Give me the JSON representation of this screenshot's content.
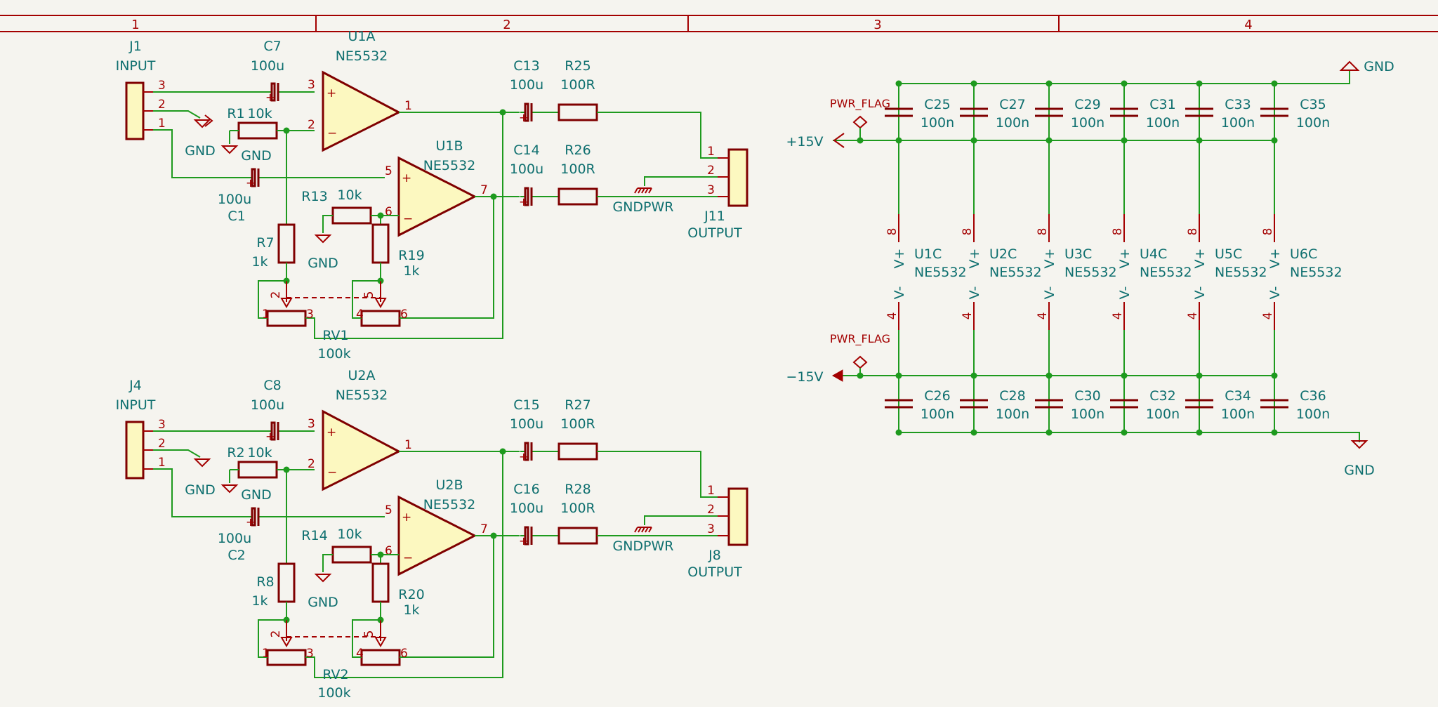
{
  "border": {
    "zones": [
      "1",
      "2",
      "3",
      "4"
    ]
  },
  "channels": [
    {
      "input": {
        "ref": "J1",
        "value": "INPUT",
        "pins": [
          "3",
          "2",
          "1"
        ]
      },
      "c_in_a": {
        "ref": "C7",
        "value": "100u"
      },
      "c_in_b": {
        "ref": "C1",
        "value": "100u"
      },
      "r_gnd_a": {
        "ref": "R1",
        "value": "10k",
        "gnd1": "GND",
        "gnd2": "GND"
      },
      "r_gnd_b": {
        "ref": "R13",
        "value": "10k",
        "gnd": "GND"
      },
      "r_fb_a": {
        "ref": "R7",
        "value": "1k"
      },
      "r_fb_b": {
        "ref": "R19",
        "value": "1k"
      },
      "opamp_a": {
        "ref": "U1A",
        "value": "NE5532",
        "pins": [
          "3",
          "2",
          "1"
        ]
      },
      "opamp_b": {
        "ref": "U1B",
        "value": "NE5532",
        "pins": [
          "5",
          "6",
          "7"
        ]
      },
      "c_out_a": {
        "ref": "C13",
        "value": "100u"
      },
      "c_out_b": {
        "ref": "C14",
        "value": "100u"
      },
      "r_out_a": {
        "ref": "R25",
        "value": "100R"
      },
      "r_out_b": {
        "ref": "R26",
        "value": "100R"
      },
      "pot": {
        "ref": "RV1",
        "value": "100k",
        "pins": [
          "1",
          "2",
          "3",
          "4",
          "5",
          "6"
        ]
      },
      "output": {
        "ref": "J11",
        "value": "OUTPUT",
        "pins": [
          "1",
          "2",
          "3"
        ]
      },
      "gndpwr": "GNDPWR"
    },
    {
      "input": {
        "ref": "J4",
        "value": "INPUT",
        "pins": [
          "3",
          "2",
          "1"
        ]
      },
      "c_in_a": {
        "ref": "C8",
        "value": "100u"
      },
      "c_in_b": {
        "ref": "C2",
        "value": "100u"
      },
      "r_gnd_a": {
        "ref": "R2",
        "value": "10k",
        "gnd1": "GND",
        "gnd2": "GND"
      },
      "r_gnd_b": {
        "ref": "R14",
        "value": "10k",
        "gnd": "GND"
      },
      "r_fb_a": {
        "ref": "R8",
        "value": "1k"
      },
      "r_fb_b": {
        "ref": "R20",
        "value": "1k"
      },
      "opamp_a": {
        "ref": "U2A",
        "value": "NE5532",
        "pins": [
          "3",
          "2",
          "1"
        ]
      },
      "opamp_b": {
        "ref": "U2B",
        "value": "NE5532",
        "pins": [
          "5",
          "6",
          "7"
        ]
      },
      "c_out_a": {
        "ref": "C15",
        "value": "100u"
      },
      "c_out_b": {
        "ref": "C16",
        "value": "100u"
      },
      "r_out_a": {
        "ref": "R27",
        "value": "100R"
      },
      "r_out_b": {
        "ref": "R28",
        "value": "100R"
      },
      "pot": {
        "ref": "RV2",
        "value": "100k",
        "pins": [
          "1",
          "2",
          "3",
          "4",
          "5",
          "6"
        ]
      },
      "output": {
        "ref": "J8",
        "value": "OUTPUT",
        "pins": [
          "1",
          "2",
          "3"
        ]
      },
      "gndpwr": "GNDPWR"
    }
  ],
  "power": {
    "pos_rail": "+15V",
    "neg_rail": "−15V",
    "gnd_top": "GND",
    "gnd_bottom": "GND",
    "pwr_flag": "PWR_FLAG",
    "pin_pos": "8",
    "pin_neg": "4",
    "pin_name_pos": "V+",
    "pin_name_neg": "V-",
    "opamp_units": [
      {
        "ref": "U1C",
        "value": "NE5532"
      },
      {
        "ref": "U2C",
        "value": "NE5532"
      },
      {
        "ref": "U3C",
        "value": "NE5532"
      },
      {
        "ref": "U4C",
        "value": "NE5532"
      },
      {
        "ref": "U5C",
        "value": "NE5532"
      },
      {
        "ref": "U6C",
        "value": "NE5532"
      }
    ],
    "caps_top": [
      {
        "ref": "C25",
        "value": "100n"
      },
      {
        "ref": "C27",
        "value": "100n"
      },
      {
        "ref": "C29",
        "value": "100n"
      },
      {
        "ref": "C31",
        "value": "100n"
      },
      {
        "ref": "C33",
        "value": "100n"
      },
      {
        "ref": "C35",
        "value": "100n"
      }
    ],
    "caps_bottom": [
      {
        "ref": "C26",
        "value": "100n"
      },
      {
        "ref": "C28",
        "value": "100n"
      },
      {
        "ref": "C30",
        "value": "100n"
      },
      {
        "ref": "C32",
        "value": "100n"
      },
      {
        "ref": "C34",
        "value": "100n"
      },
      {
        "ref": "C36",
        "value": "100n"
      }
    ]
  }
}
